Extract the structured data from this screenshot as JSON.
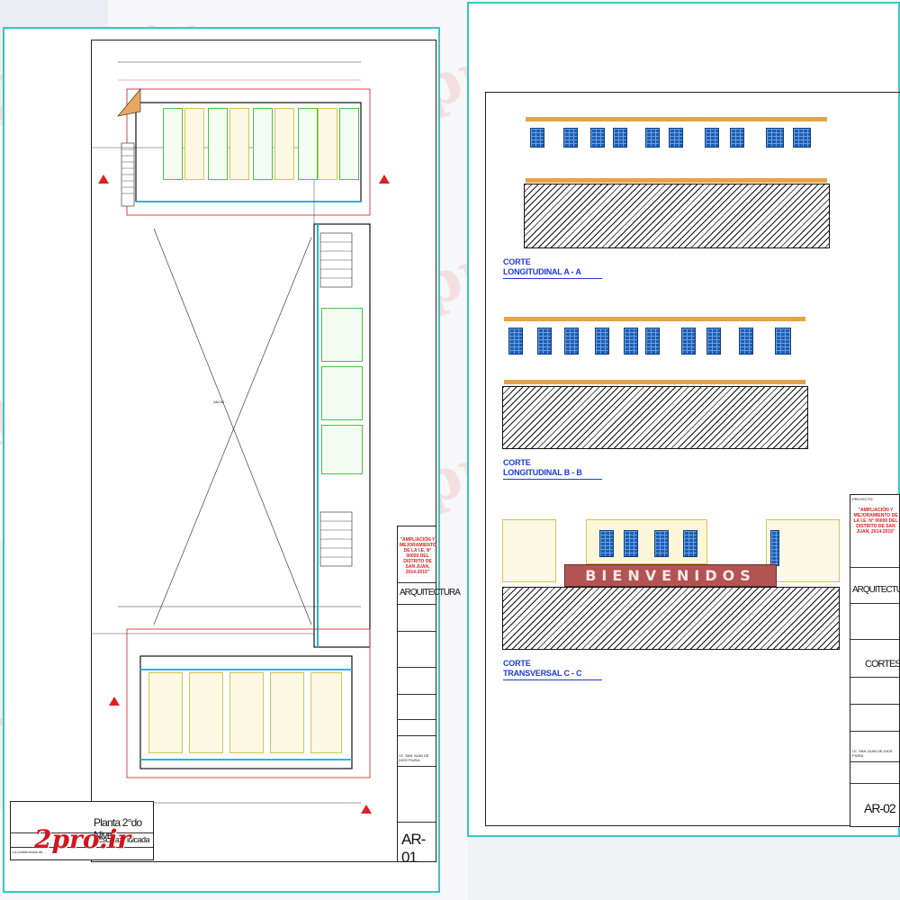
{
  "watermark": {
    "text": "2pro.ir"
  },
  "logo": {
    "text": "2pro.ir"
  },
  "sheet1": {
    "plan_title": "Planta 2°do Nivel",
    "plan_subtitle": "Escala: Indicada",
    "plan_note": "La construcción de ...",
    "project_text": "\"AMPLIACIÓN Y MEJORAMIENTO DE LA I.E. N° 00000 DEL DISTRITO DE SAN JUAN, 2014-2015\"",
    "specialty": "ARQUITECTURA",
    "drawing_name": "I.E. SAN JUAN DE DIOS PIURA",
    "sheet_number": "AR-01",
    "center_label": "VACIO"
  },
  "sheet2": {
    "section1": {
      "line1": "CORTE",
      "line2": "LONGITUDINAL A - A"
    },
    "section2": {
      "line1": "CORTE",
      "line2": "LONGITUDINAL B - B"
    },
    "section3": {
      "line1": "CORTE",
      "line2": "TRANSVERSAL C - C"
    },
    "sign_text": "BIENVENIDOS",
    "project_label": "PROYECTO:",
    "project_text": "\"AMPLIACIÓN Y MEJORAMIENTO DE LA I.E. N° 00000 DEL DISTRITO DE SAN JUAN, 2014-2015\"",
    "specialty": "ARQUITECTURA",
    "drawing_name": "CORTES",
    "owner": "I.E. SAN JUAN DE DIOS PIURA",
    "sheet_number": "AR-02"
  },
  "colors": {
    "sheet_border": "#33c7c7",
    "label_blue": "#1c3cd8",
    "window_blue": "#1c5db5",
    "sign_red": "#b25454",
    "project_red": "#e21c1c"
  }
}
